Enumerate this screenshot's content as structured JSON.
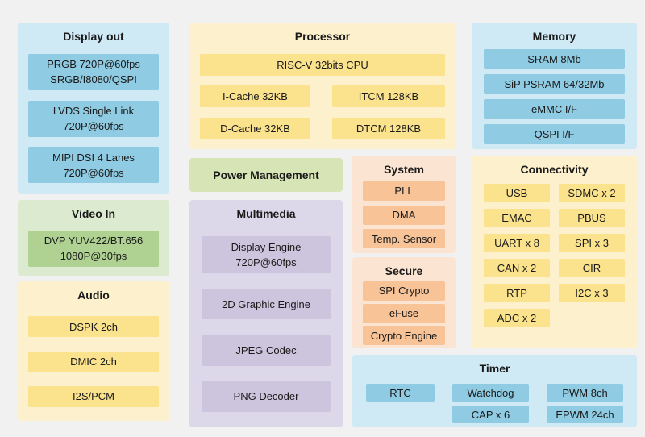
{
  "colors": {
    "page_bg": "#f1f1f1",
    "text": "#1a1a1a",
    "blue_panel": "#cfe9f5",
    "blue_box": "#8fcbe2",
    "green_panel": "#dcead0",
    "green_box": "#afd293",
    "pm_green": "#d7e5b6",
    "cream_panel": "#fdf0cc",
    "yellow_box": "#fbe28c",
    "purple_panel": "#ddd8e9",
    "purple_box": "#cdc4dd",
    "peach_panel": "#fbe5d2",
    "orange_box": "#f7c397"
  },
  "display_out": {
    "title": "Display out",
    "boxes": [
      [
        "PRGB 720P@60fps",
        "SRGB/I8080/QSPI"
      ],
      [
        "LVDS Single Link",
        "720P@60fps"
      ],
      [
        "MIPI DSI 4 Lanes",
        "720P@60fps"
      ]
    ]
  },
  "video_in": {
    "title": "Video In",
    "boxes": [
      [
        "DVP YUV422/BT.656",
        "1080P@30fps"
      ]
    ]
  },
  "audio": {
    "title": "Audio",
    "boxes": [
      "DSPK 2ch",
      "DMIC 2ch",
      "I2S/PCM"
    ]
  },
  "processor": {
    "title": "Processor",
    "cpu": "RISC-V 32bits CPU",
    "rows": [
      [
        "I-Cache 32KB",
        "ITCM 128KB"
      ],
      [
        "D-Cache 32KB",
        "DTCM 128KB"
      ]
    ]
  },
  "power_management": {
    "title": "Power Management"
  },
  "multimedia": {
    "title": "Multimedia",
    "display_engine": [
      "Display Engine",
      "720P@60fps"
    ],
    "boxes": [
      "2D Graphic Engine",
      "JPEG Codec",
      "PNG Decoder"
    ]
  },
  "system": {
    "title": "System",
    "boxes": [
      "PLL",
      "DMA",
      "Temp. Sensor"
    ]
  },
  "secure": {
    "title": "Secure",
    "boxes": [
      "SPI Crypto",
      "eFuse",
      "Crypto Engine"
    ]
  },
  "memory": {
    "title": "Memory",
    "boxes": [
      "SRAM 8Mb",
      "SiP PSRAM 64/32Mb",
      "eMMC I/F",
      "QSPI I/F"
    ]
  },
  "connectivity": {
    "title": "Connectivity",
    "rows": [
      [
        "USB",
        "SDMC x 2"
      ],
      [
        "EMAC",
        "PBUS"
      ],
      [
        "UART x 8",
        "SPI x 3"
      ],
      [
        "CAN x 2",
        "CIR"
      ],
      [
        "RTP",
        "I2C x 3"
      ],
      [
        "ADC x 2"
      ]
    ]
  },
  "timer": {
    "title": "Timer",
    "rtc": "RTC",
    "col1": [
      "Watchdog",
      "CAP x 6"
    ],
    "col2": [
      "PWM 8ch",
      "EPWM 24ch"
    ]
  }
}
